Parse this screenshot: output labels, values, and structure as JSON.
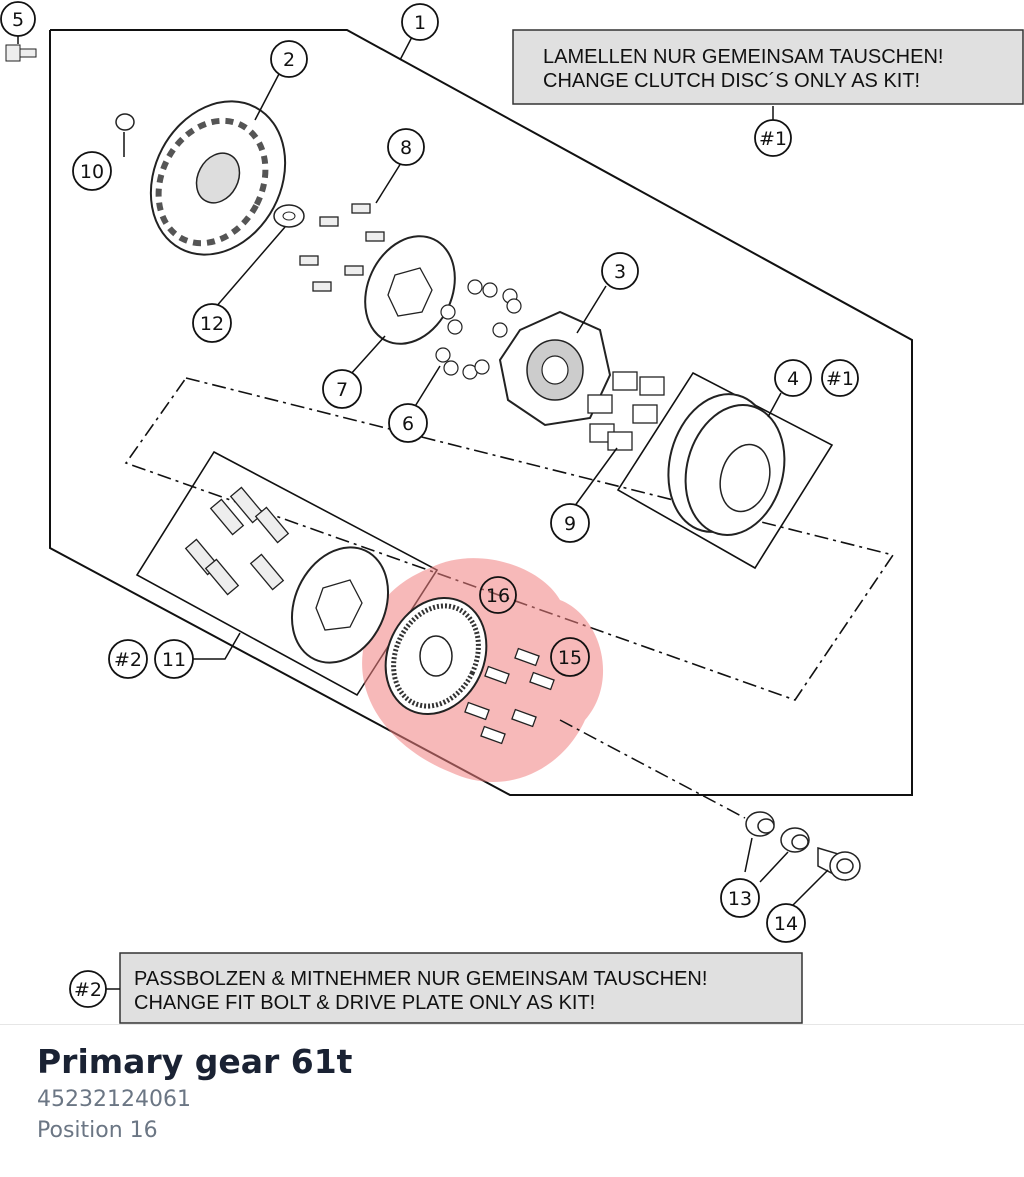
{
  "diagram": {
    "notes": {
      "note1_line1": "LAMELLEN NUR GEMEINSAM TAUSCHEN!",
      "note1_line2": "CHANGE CLUTCH DISC´S ONLY AS KIT!",
      "note1_ref": "#1",
      "note2_line1": "PASSBOLZEN & MITNEHMER NUR GEMEINSAM TAUSCHEN!",
      "note2_line2": "CHANGE FIT BOLT & DRIVE PLATE ONLY AS KIT!",
      "note2_ref": "#2"
    },
    "callouts": {
      "c1": "1",
      "c2": "2",
      "c3": "3",
      "c4": "4",
      "c4_ref": "#1",
      "c5": "5",
      "c6": "6",
      "c7": "7",
      "c8": "8",
      "c9": "9",
      "c10": "10",
      "c11": "11",
      "c11_ref": "#2",
      "c12": "12",
      "c13": "13",
      "c14": "14",
      "c15": "15",
      "c16": "16"
    },
    "highlight_color": "#f08080"
  },
  "part": {
    "title": "Primary gear 61t",
    "number": "45232124061",
    "position": "Position 16"
  }
}
